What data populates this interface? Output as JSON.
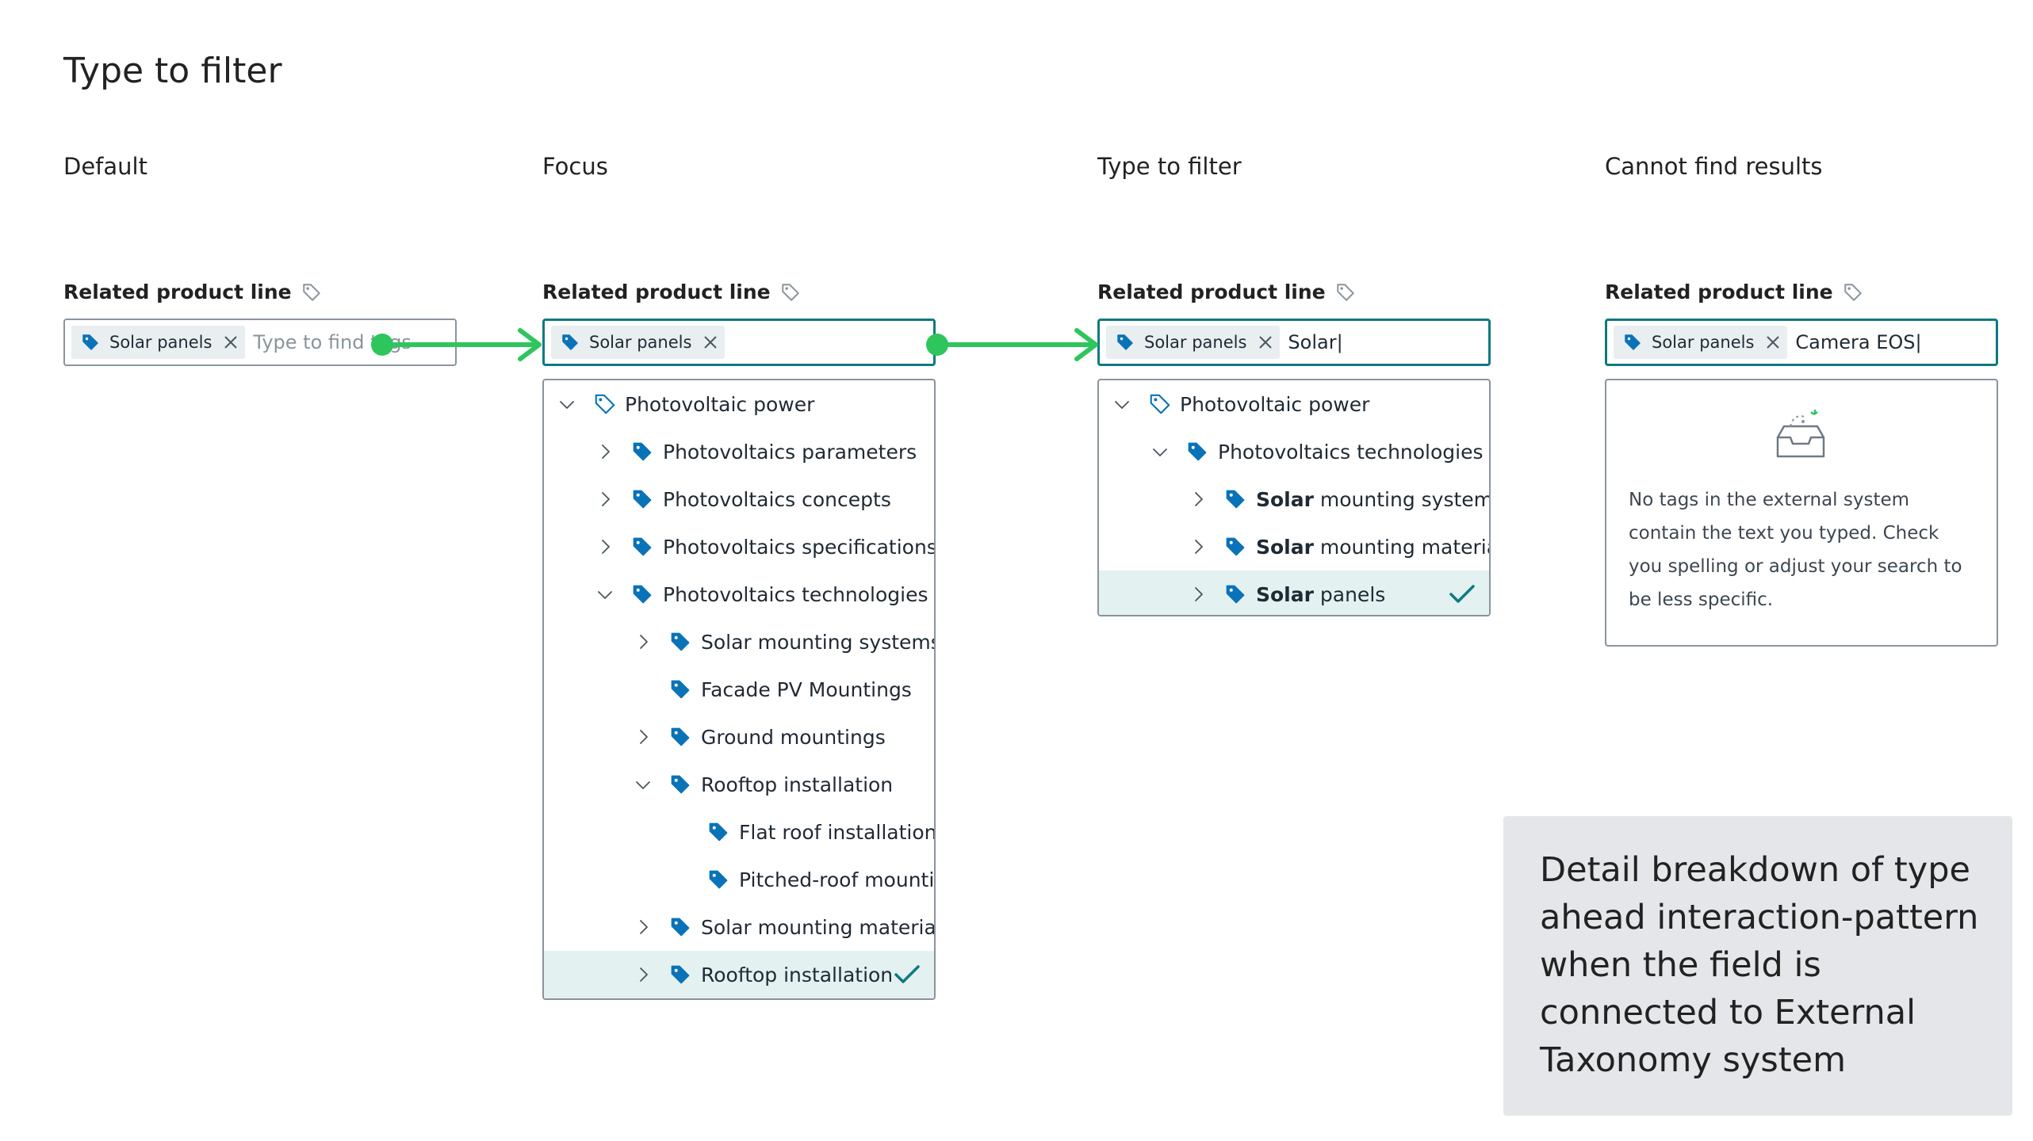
{
  "page": {
    "title": "Type to filter"
  },
  "states": {
    "default": {
      "title": "Default",
      "chip": "Solar panels",
      "placeholder": "Type to find tags",
      "value": ""
    },
    "focus": {
      "title": "Focus",
      "chip": "Solar panels",
      "value": ""
    },
    "filter": {
      "title": "Type to filter",
      "chip": "Solar panels",
      "value": "Solar|"
    },
    "noresults": {
      "title": "Cannot find results",
      "chip": "Solar panels",
      "value": "Camera EOS|"
    }
  },
  "field_label": "Related product line",
  "focus_tree": [
    {
      "label": "Photovoltaic power",
      "level": 0,
      "chevron": "down",
      "icon": "tag-outline-icon"
    },
    {
      "label": "Photovoltaics parameters",
      "level": 1,
      "chevron": "right",
      "icon": "tag-filled-icon"
    },
    {
      "label": "Photovoltaics concepts",
      "level": 1,
      "chevron": "right",
      "icon": "tag-filled-icon"
    },
    {
      "label": "Photovoltaics specifications",
      "level": 1,
      "chevron": "right",
      "icon": "tag-filled-icon"
    },
    {
      "label": "Photovoltaics technologies",
      "level": 1,
      "chevron": "down",
      "icon": "tag-filled-icon"
    },
    {
      "label": "Solar mounting systems",
      "level": 2,
      "chevron": "right",
      "icon": "tag-filled-icon"
    },
    {
      "label": "Facade PV Mountings",
      "level": 2,
      "chevron": "none",
      "icon": "tag-filled-icon"
    },
    {
      "label": "Ground mountings",
      "level": 2,
      "chevron": "right",
      "icon": "tag-filled-icon"
    },
    {
      "label": "Rooftop installation",
      "level": 2,
      "chevron": "down",
      "icon": "tag-filled-icon"
    },
    {
      "label": "Flat roof installation",
      "level": 3,
      "chevron": "none",
      "icon": "tag-filled-icon"
    },
    {
      "label": "Pitched-roof mountings",
      "level": 3,
      "chevron": "none",
      "icon": "tag-filled-icon"
    },
    {
      "label": "Solar mounting materials",
      "level": 2,
      "chevron": "right",
      "icon": "tag-filled-icon"
    },
    {
      "label": "Rooftop installation",
      "level": 2,
      "chevron": "right",
      "icon": "tag-filled-icon",
      "selected": true
    }
  ],
  "filter_tree": [
    {
      "label": "Photovoltaic power",
      "match": "",
      "level": 0,
      "chevron": "down",
      "icon": "tag-outline-icon"
    },
    {
      "label": "Photovoltaics technologies",
      "match": "",
      "level": 1,
      "chevron": "down",
      "icon": "tag-filled-icon"
    },
    {
      "match": "Solar",
      "rest": " mounting systems",
      "level": 2,
      "chevron": "right",
      "icon": "tag-filled-icon"
    },
    {
      "match": "Solar",
      "rest": " mounting material",
      "level": 2,
      "chevron": "right",
      "icon": "tag-filled-icon"
    },
    {
      "match": "Solar",
      "rest": " panels",
      "level": 2,
      "chevron": "right",
      "icon": "tag-filled-icon",
      "selected": true
    }
  ],
  "no_results": {
    "icon": "empty-inbox-icon",
    "message": "No tags in the external system contain the text you typed. Check you spelling or adjust your search to be less specific."
  },
  "note": {
    "text": "Detail breakdown of type ahead interaction-pattern when the field is connected to External Taxonomy system"
  },
  "colors": {
    "accent": "#0e7a80",
    "tag": "#0a73b8",
    "arrow": "#2ec55d",
    "selected_row": "#e3f1f1",
    "note_bg": "#e4e6e9"
  }
}
